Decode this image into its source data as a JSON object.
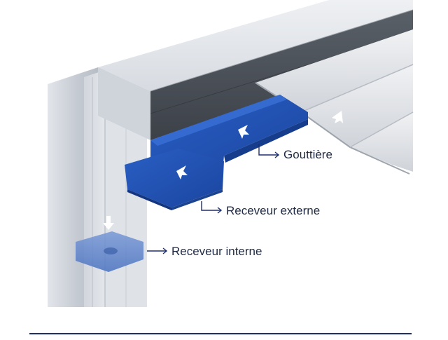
{
  "labels": {
    "gutter": "Gouttière",
    "external_receiver": "Receveur externe",
    "internal_receiver": "Receveur interne"
  },
  "icons": {
    "callout": "elbow-arrow-icon",
    "flow": "flow-arrow-icon"
  },
  "colors": {
    "gutter_blue": "#1d4fb0",
    "receiver_blue": "#2f63c8",
    "internal_receiver_blue": "#5c86d1",
    "frame_gray": "#c9ced6",
    "beam_dark": "#4a4f57",
    "label_text": "#1f2a44",
    "rule": "#1e2e6e"
  }
}
